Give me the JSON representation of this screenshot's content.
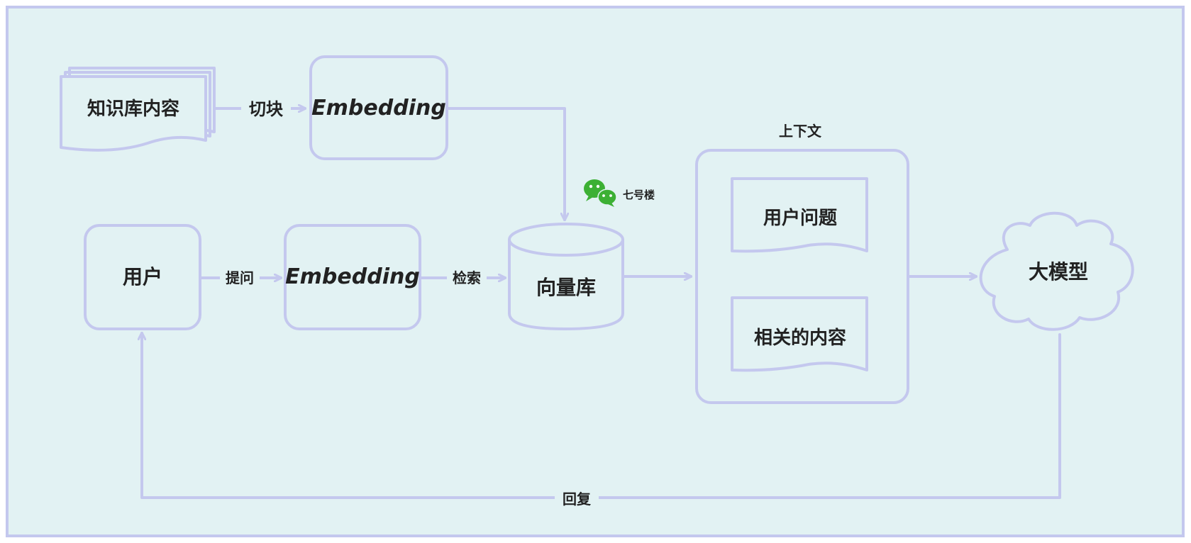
{
  "nodes": {
    "knowledge_base": "知识库内容",
    "embedding_top": "Embedding",
    "user": "用户",
    "embedding_mid": "Embedding",
    "vector_db": "向量库",
    "context_title": "上下文",
    "user_question": "用户问题",
    "related_content": "相关的内容",
    "llm": "大模型"
  },
  "edges": {
    "chunk": "切块",
    "ask": "提问",
    "retrieve": "检索",
    "reply": "回复"
  },
  "watermark": {
    "text": "七号楼",
    "icon": "wechat-icon"
  },
  "colors": {
    "background": "#e2f2f3",
    "stroke": "#c4c8ee",
    "text": "#222222",
    "wechat_green": "#3cb034"
  }
}
